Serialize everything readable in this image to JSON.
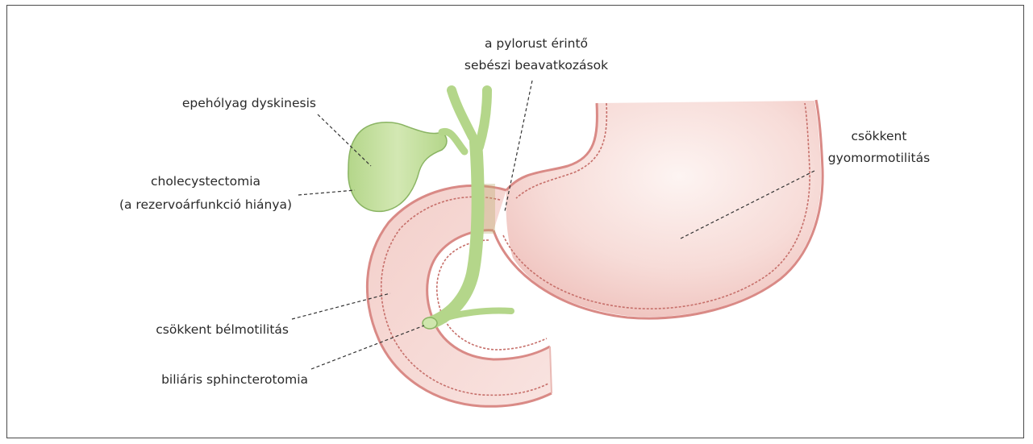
{
  "labels": {
    "pylorus_line1": "a pylorust érintő",
    "pylorus_line2": "sebészi beavatkozások",
    "gallbladder_dyskinesis": "epehólyag dyskinesis",
    "cholecystectomy_line1": "cholecystectomia",
    "cholecystectomy_line2": "(a rezervoárfunkció hiánya)",
    "gastric_line1": "csökkent",
    "gastric_line2": "gyomormotilitás",
    "bowel_motility": "csökkent bélmotilitás",
    "sphincterotomy": "biliáris sphincterotomia"
  },
  "colors": {
    "gut_wall": "#d98a86",
    "gut_fill": "#f6d6d2",
    "gut_fill_light": "#fcefed",
    "bile": "#c3de9a",
    "bile_outline": "#8ab463",
    "leader_line": "#333333"
  }
}
